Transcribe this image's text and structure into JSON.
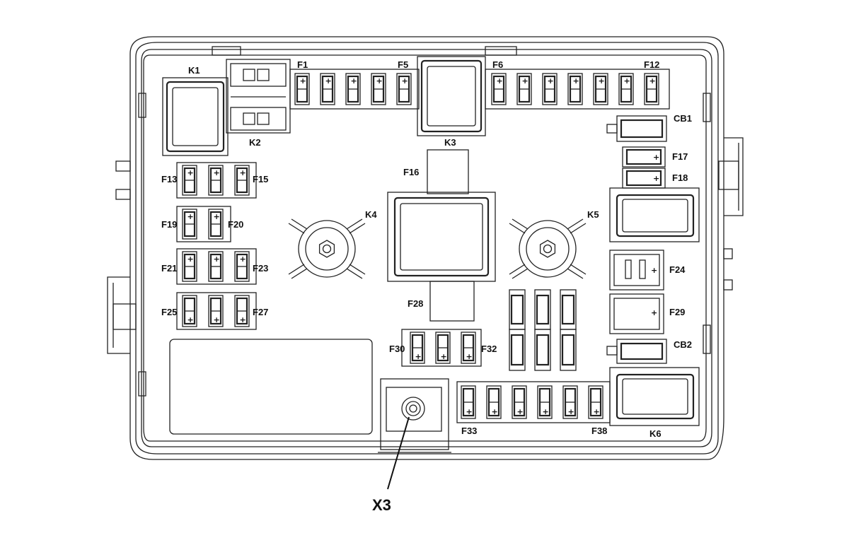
{
  "relays": [
    {
      "id": "k1",
      "label": "K1"
    },
    {
      "id": "k2",
      "label": "K2"
    },
    {
      "id": "k3",
      "label": "K3"
    },
    {
      "id": "k4",
      "label": "K4"
    },
    {
      "id": "k5",
      "label": "K5"
    },
    {
      "id": "k6",
      "label": "K6"
    }
  ],
  "fuses": [
    {
      "id": "f1",
      "label": "F1"
    },
    {
      "id": "f5",
      "label": "F5"
    },
    {
      "id": "f6",
      "label": "F6"
    },
    {
      "id": "f12",
      "label": "F12"
    },
    {
      "id": "f13",
      "label": "F13"
    },
    {
      "id": "f15",
      "label": "F15"
    },
    {
      "id": "f16",
      "label": "F16"
    },
    {
      "id": "f17",
      "label": "F17"
    },
    {
      "id": "f18",
      "label": "F18"
    },
    {
      "id": "f19",
      "label": "F19"
    },
    {
      "id": "f20",
      "label": "F20"
    },
    {
      "id": "f21",
      "label": "F21"
    },
    {
      "id": "f23",
      "label": "F23"
    },
    {
      "id": "f24",
      "label": "F24"
    },
    {
      "id": "f25",
      "label": "F25"
    },
    {
      "id": "f27",
      "label": "F27"
    },
    {
      "id": "f28",
      "label": "F28"
    },
    {
      "id": "f29",
      "label": "F29"
    },
    {
      "id": "f30",
      "label": "F30"
    },
    {
      "id": "f32",
      "label": "F32"
    },
    {
      "id": "f33",
      "label": "F33"
    },
    {
      "id": "f38",
      "label": "F38"
    }
  ],
  "breakers": [
    {
      "id": "cb1",
      "label": "CB1"
    },
    {
      "id": "cb2",
      "label": "CB2"
    }
  ],
  "connector": {
    "label": "X3"
  },
  "polarity_symbol": "+"
}
